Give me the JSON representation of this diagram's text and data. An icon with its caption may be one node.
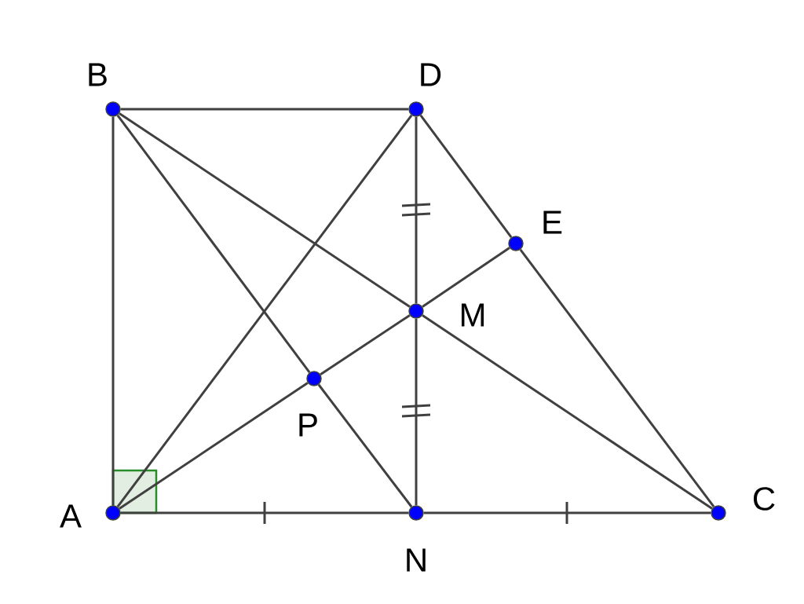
{
  "diagram": {
    "nodes": [
      {
        "text": [
          "A"
        ]
      },
      {
        "text": [
          "B"
        ]
      },
      {
        "text": [
          "C"
        ]
      },
      {
        "text": [
          "D"
        ]
      },
      {
        "text": [
          "E"
        ]
      },
      {
        "text": [
          "M"
        ]
      },
      {
        "text": [
          "N"
        ]
      },
      {
        "text": [
          "P"
        ]
      }
    ],
    "edges": [
      {
        "from": 0,
        "to": 1,
        "arrow": "none"
      },
      {
        "from": 1,
        "to": 3,
        "arrow": "none"
      },
      {
        "from": 3,
        "to": 4,
        "arrow": "none"
      },
      {
        "from": 4,
        "to": 2,
        "arrow": "none"
      },
      {
        "from": 1,
        "to": 5,
        "arrow": "none"
      },
      {
        "from": 5,
        "to": 2,
        "arrow": "none"
      },
      {
        "from": 1,
        "to": 7,
        "arrow": "none"
      },
      {
        "from": 7,
        "to": 6,
        "arrow": "none"
      },
      {
        "from": 0,
        "to": 3,
        "arrow": "none"
      },
      {
        "from": 0,
        "to": 7,
        "arrow": "none"
      },
      {
        "from": 7,
        "to": 5,
        "arrow": "none"
      },
      {
        "from": 5,
        "to": 4,
        "arrow": "none"
      },
      {
        "from": 3,
        "to": 5,
        "arrow": "none"
      },
      {
        "from": 5,
        "to": 6,
        "arrow": "none"
      },
      {
        "from": 0,
        "to": 6,
        "arrow": "none"
      },
      {
        "from": 6,
        "to": 2,
        "arrow": "none"
      }
    ]
  }
}
